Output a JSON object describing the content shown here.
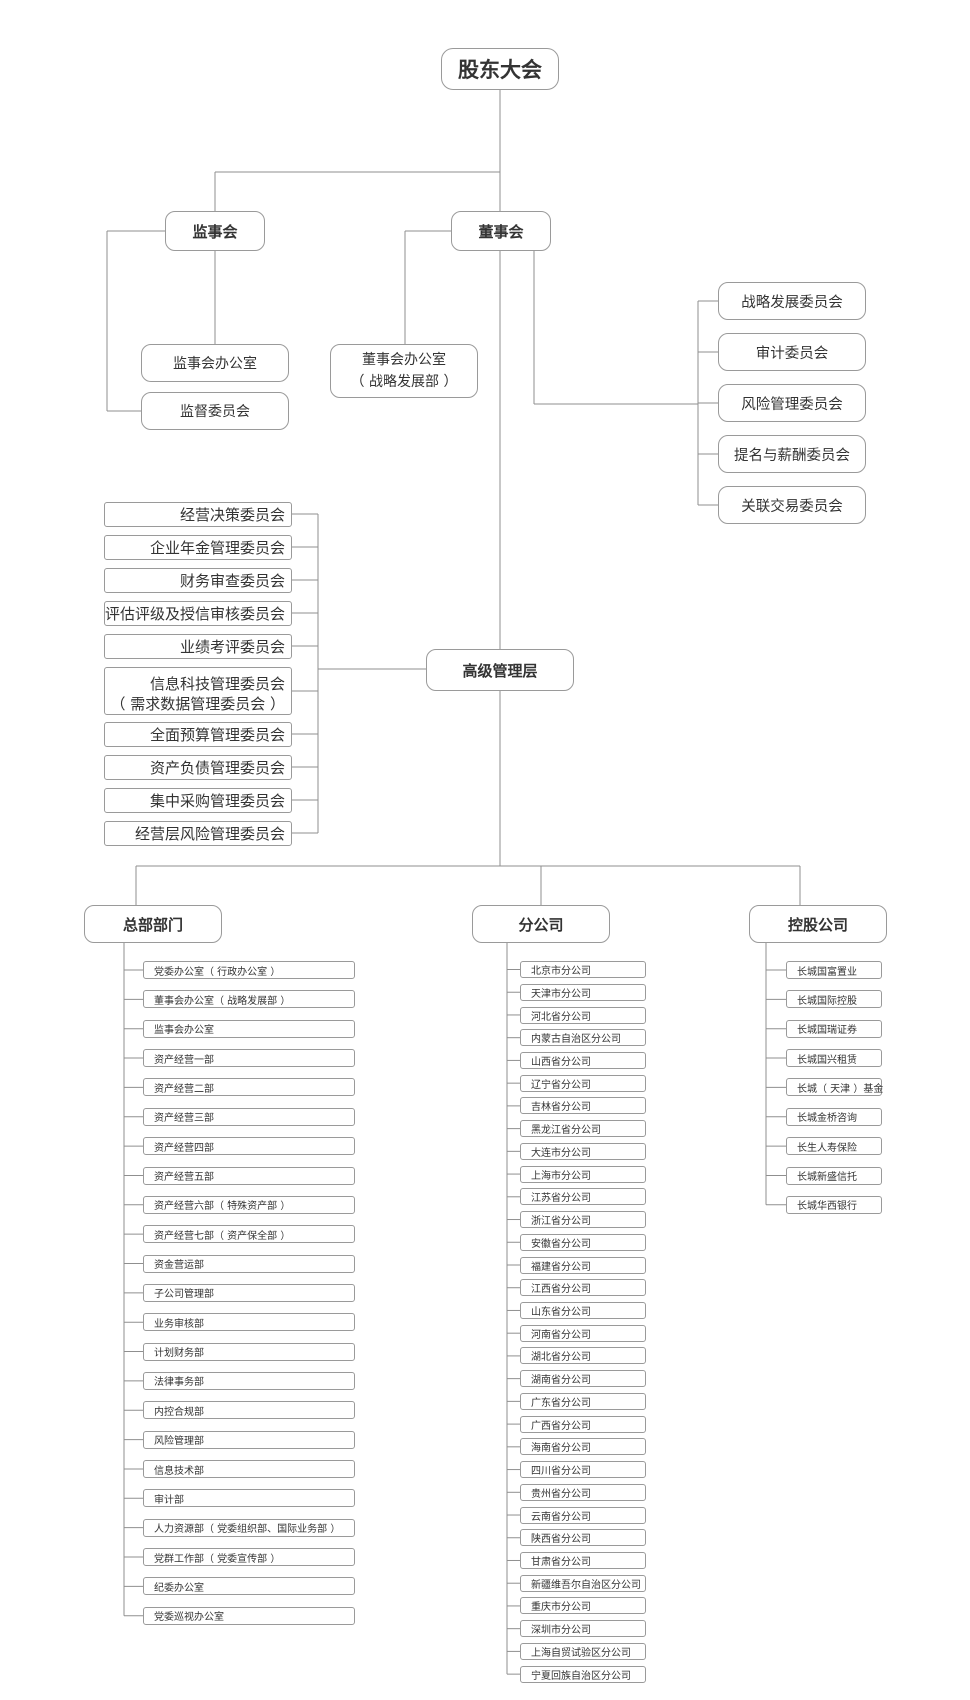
{
  "top": {
    "shareholders": "股东大会"
  },
  "supervisory": {
    "board": "监事会",
    "office": "监事会办公室",
    "oversight": "监督委员会"
  },
  "board": {
    "name": "董事会",
    "office_line1": "董事会办公室",
    "office_line2": "（ 战略发展部 ）",
    "committees": [
      "战略发展委员会",
      "审计委员会",
      "风险管理委员会",
      "提名与薪酬委员会",
      "关联交易委员会"
    ]
  },
  "senior": {
    "name": "高级管理层",
    "committees": [
      "经营决策委员会",
      "企业年金管理委员会",
      "财务审查委员会",
      "评估评级及授信审核委员会",
      "业绩考评委员会"
    ],
    "it_committee_line1": "信息科技管理委员会",
    "it_committee_line2": "（ 需求数据管理委员会 ）",
    "committees2": [
      "全面预算管理委员会",
      "资产负债管理委员会",
      "集中采购管理委员会",
      "经营层风险管理委员会"
    ]
  },
  "hq": {
    "name": "总部部门",
    "departments": [
      "党委办公室（ 行政办公室 ）",
      "董事会办公室（ 战略发展部 ）",
      "监事会办公室",
      "资产经营一部",
      "资产经营二部",
      "资产经营三部",
      "资产经营四部",
      "资产经营五部",
      "资产经营六部（ 特殊资产部 ）",
      "资产经营七部（ 资产保全部 ）",
      "资金营运部",
      "子公司管理部",
      "业务审核部",
      "计划财务部",
      "法律事务部",
      "内控合规部",
      "风险管理部",
      "信息技术部",
      "审计部",
      "人力资源部（ 党委组织部、国际业务部 ）",
      "党群工作部（ 党委宣传部 ）",
      "纪委办公室",
      "党委巡视办公室"
    ]
  },
  "branches": {
    "name": "分公司",
    "items": [
      "北京市分公司",
      "天津市分公司",
      "河北省分公司",
      "内蒙古自治区分公司",
      "山西省分公司",
      "辽宁省分公司",
      "吉林省分公司",
      "黑龙江省分公司",
      "大连市分公司",
      "上海市分公司",
      "江苏省分公司",
      "浙江省分公司",
      "安徽省分公司",
      "福建省分公司",
      "江西省分公司",
      "山东省分公司",
      "河南省分公司",
      "湖北省分公司",
      "湖南省分公司",
      "广东省分公司",
      "广西省分公司",
      "海南省分公司",
      "四川省分公司",
      "贵州省分公司",
      "云南省分公司",
      "陕西省分公司",
      "甘肃省分公司",
      "新疆维吾尔自治区分公司",
      "重庆市分公司",
      "深圳市分公司",
      "上海自贸试验区分公司",
      "宁夏回族自治区分公司"
    ]
  },
  "holdings": {
    "name": "控股公司",
    "items": [
      "长城国富置业",
      "长城国际控股",
      "长城国瑞证券",
      "长城国兴租赁",
      "长城（ 天津 ）基金",
      "长城金桥咨询",
      "长生人寿保险",
      "长城新盛信托",
      "长城华西银行"
    ]
  },
  "colors": {
    "line": "#8f8f8f",
    "border": "#9a9a9a",
    "text": "#333333"
  }
}
